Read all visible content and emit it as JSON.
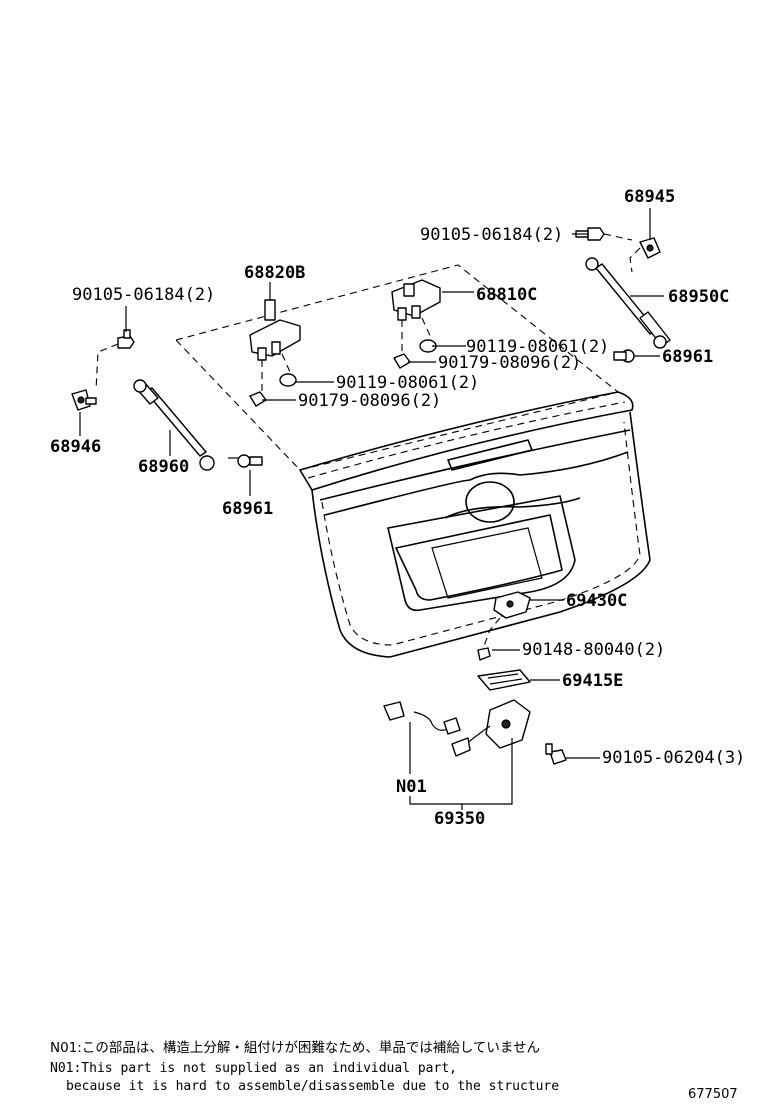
{
  "labels": {
    "p68945": "68945",
    "p90105_06184_top": "90105-06184(2)",
    "p68820B": "68820B",
    "p68810C": "68810C",
    "p90105_06184_left": "90105-06184(2)",
    "p68950C": "68950C",
    "p90119_08061_right": "90119-08061(2)",
    "p90179_08096_right": "90179-08096(2)",
    "p68961_right": "68961",
    "p90119_08061_left": "90119-08061(2)",
    "p90179_08096_left": "90179-08096(2)",
    "p68946": "68946",
    "p68960": "68960",
    "p68961_left": "68961",
    "p69430C": "69430C",
    "p90148_80040": "90148-80040(2)",
    "p69415E": "69415E",
    "p90105_06204": "90105-06204(3)",
    "pN01": "N01",
    "p69350": "69350"
  },
  "notes": {
    "jp": "N01:この部品は、構造上分解・組付けが困難なため、単品では補給していません",
    "en1": "N01:This part is not supplied as an individual part,",
    "en2": "because it is hard to assemble/disassemble due to the structure"
  },
  "figure_code": "677507"
}
